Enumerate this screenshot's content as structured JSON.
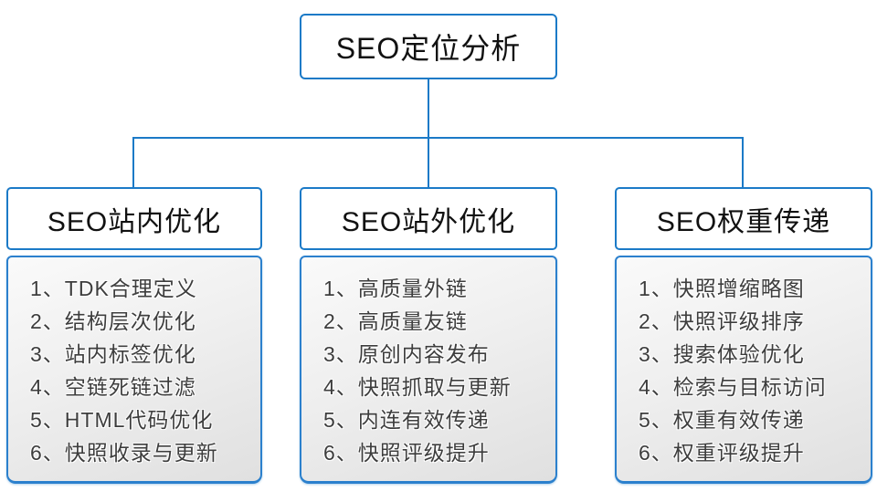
{
  "diagram": {
    "title": "SEO定位分析",
    "columns": [
      {
        "header": "SEO站内优化",
        "items": [
          "1、TDK合理定义",
          "2、结构层次优化",
          "3、站内标签优化",
          "4、空链死链过滤",
          "5、HTML代码优化",
          "6、快照收录与更新"
        ]
      },
      {
        "header": "SEO站外优化",
        "items": [
          "1、高质量外链",
          "2、高质量友链",
          "3、原创内容发布",
          "4、快照抓取与更新",
          "5、内连有效传递",
          "6、快照评级提升"
        ]
      },
      {
        "header": "SEO权重传递",
        "items": [
          "1、快照增缩略图",
          "2、快照评级排序",
          "3、搜索体验优化",
          "4、检索与目标访问",
          "5、权重有效传递",
          "6、权重评级提升"
        ]
      }
    ],
    "colors": {
      "accent": "#1b7ac7",
      "list_text": "#3d3d3d",
      "header_text": "#111111"
    }
  }
}
